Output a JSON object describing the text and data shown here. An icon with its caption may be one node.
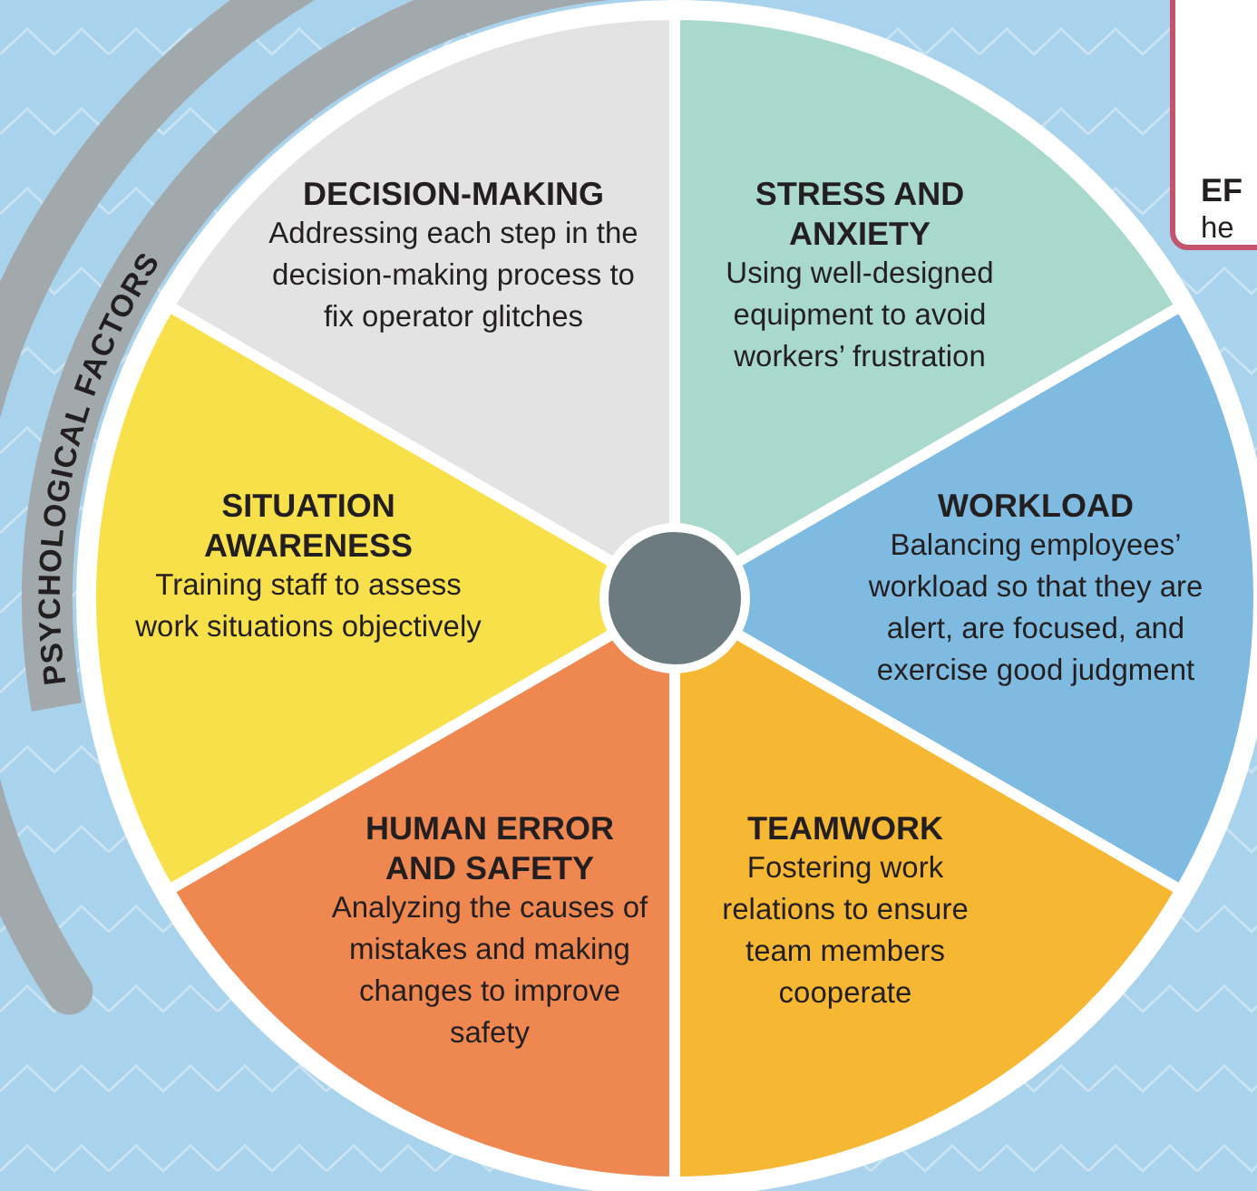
{
  "diagram": {
    "nodes": [
      {
        "text": [
          "DECISION-MAKING",
          "Addressing each step in the decision-making process to fix operator glitches"
        ]
      },
      {
        "text": [
          "STRESS AND ANXIETY",
          "Using well-designed equipment to avoid workers’ frustration"
        ]
      },
      {
        "text": [
          "EF",
          "he"
        ]
      },
      {
        "text": [
          "SITUATION AWARENESS",
          "Training staff to assess work situations objectively"
        ]
      },
      {
        "text": [
          "WORKLOAD",
          "Balancing employees’ workload so that they are alert, are focused, and exercise good judgment"
        ]
      },
      {
        "text": [
          "HUMAN ERROR AND SAFETY",
          "Analyzing the causes of mistakes and making changes to improve safety"
        ]
      },
      {
        "text": [
          "TEAMWORK",
          "Fostering work relations to ensure team members cooperate"
        ]
      },
      {
        "text": [],
        "shape": "circle"
      }
    ],
    "labels": [
      "PSYCHOLOGICAL FACTORS"
    ]
  }
}
